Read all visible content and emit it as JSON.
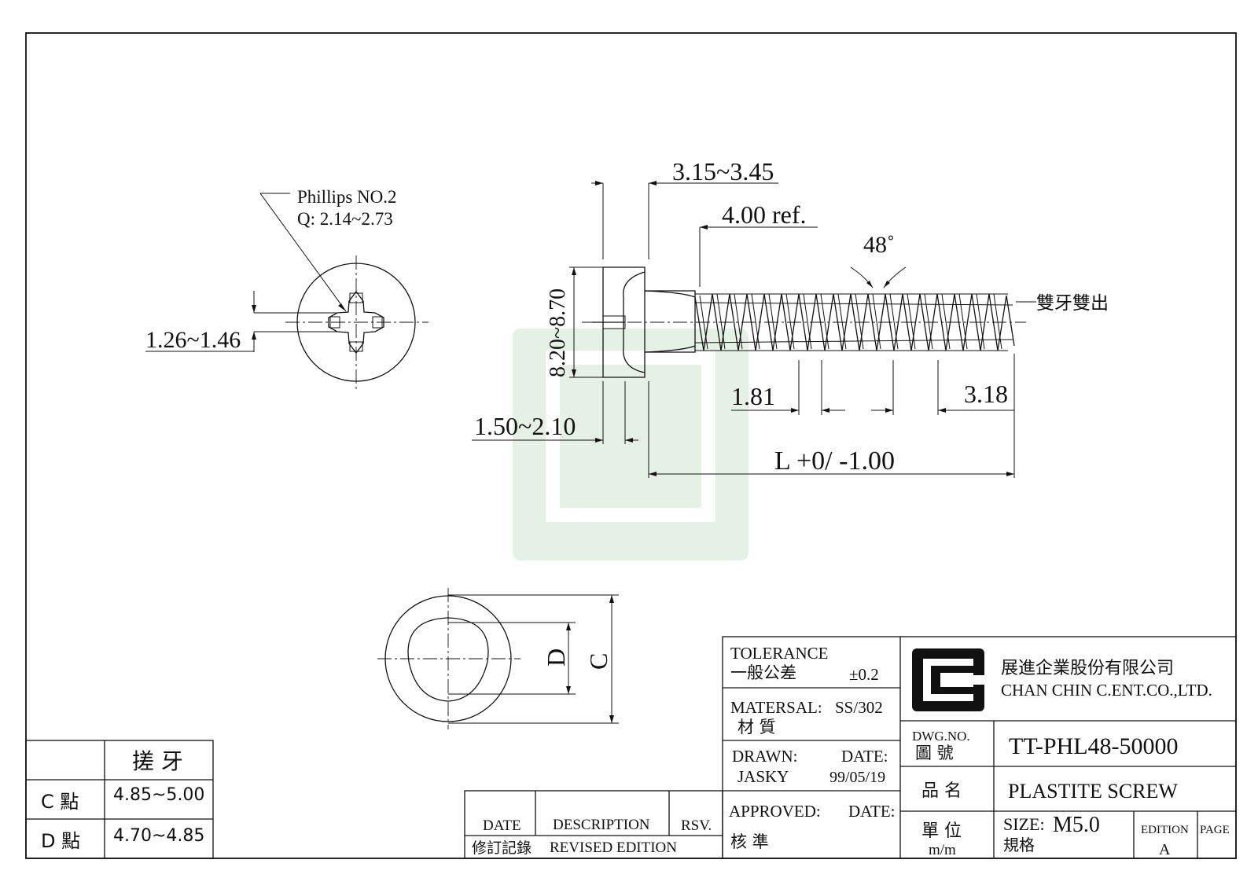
{
  "dimensions": {
    "d_315_345": "3.15~3.45",
    "d_400_ref": "4.00 ref.",
    "angle": "48˚",
    "head_height": "8.20~8.70",
    "slot_depth": "1.26~1.46",
    "head_thick": "1.50~2.10",
    "pitch_a": "1.81",
    "pitch_b": "3.18",
    "length": "L +0/ -1.00",
    "thread_note": "雙牙雙出",
    "label_d": "D",
    "label_c": "C"
  },
  "drive": {
    "line1": "Phillips NO.2",
    "line2": "Q: 2.14~2.73"
  },
  "thread_table": {
    "header": "搓 牙",
    "rows": [
      {
        "point": "C 點",
        "value": "4.85~5.00"
      },
      {
        "point": "D 點",
        "value": "4.70~4.85"
      }
    ]
  },
  "revision": {
    "col_date": "DATE",
    "col_desc": "DESCRIPTION",
    "col_rsv": "RSV.",
    "label_cn": "修訂記錄",
    "label_en": "REVISED EDITION"
  },
  "title_block": {
    "tolerance_label": "TOLERANCE",
    "tolerance_cn": "一般公差",
    "tolerance_value": "±0.2",
    "material_label": "MATERSAL:",
    "material_value": "SS/302",
    "material_cn": "材 質",
    "drawn_label": "DRAWN:",
    "drawn_date_label": "DATE:",
    "drawn_by": "JASKY",
    "drawn_date": "99/05/19",
    "approved_label": "APPROVED:",
    "approved_date_label": "DATE:",
    "approved_cn": "核 準",
    "company_cn": "展進企業股份有限公司",
    "company_en": "CHAN CHIN C.ENT.CO.,LTD.",
    "dwg_label": "DWG.NO.",
    "dwg_cn": "圖 號",
    "dwg_no": "TT-PHL48-50000",
    "name_cn": "品 名",
    "name_value": "PLASTITE SCREW",
    "unit_cn": "單 位",
    "unit_value": "m/m",
    "size_label": "SIZE:",
    "size_value": "M5.0",
    "size_cn": "規格",
    "edition_label": "EDITION",
    "edition_value": "A",
    "page_label": "PAGE"
  }
}
